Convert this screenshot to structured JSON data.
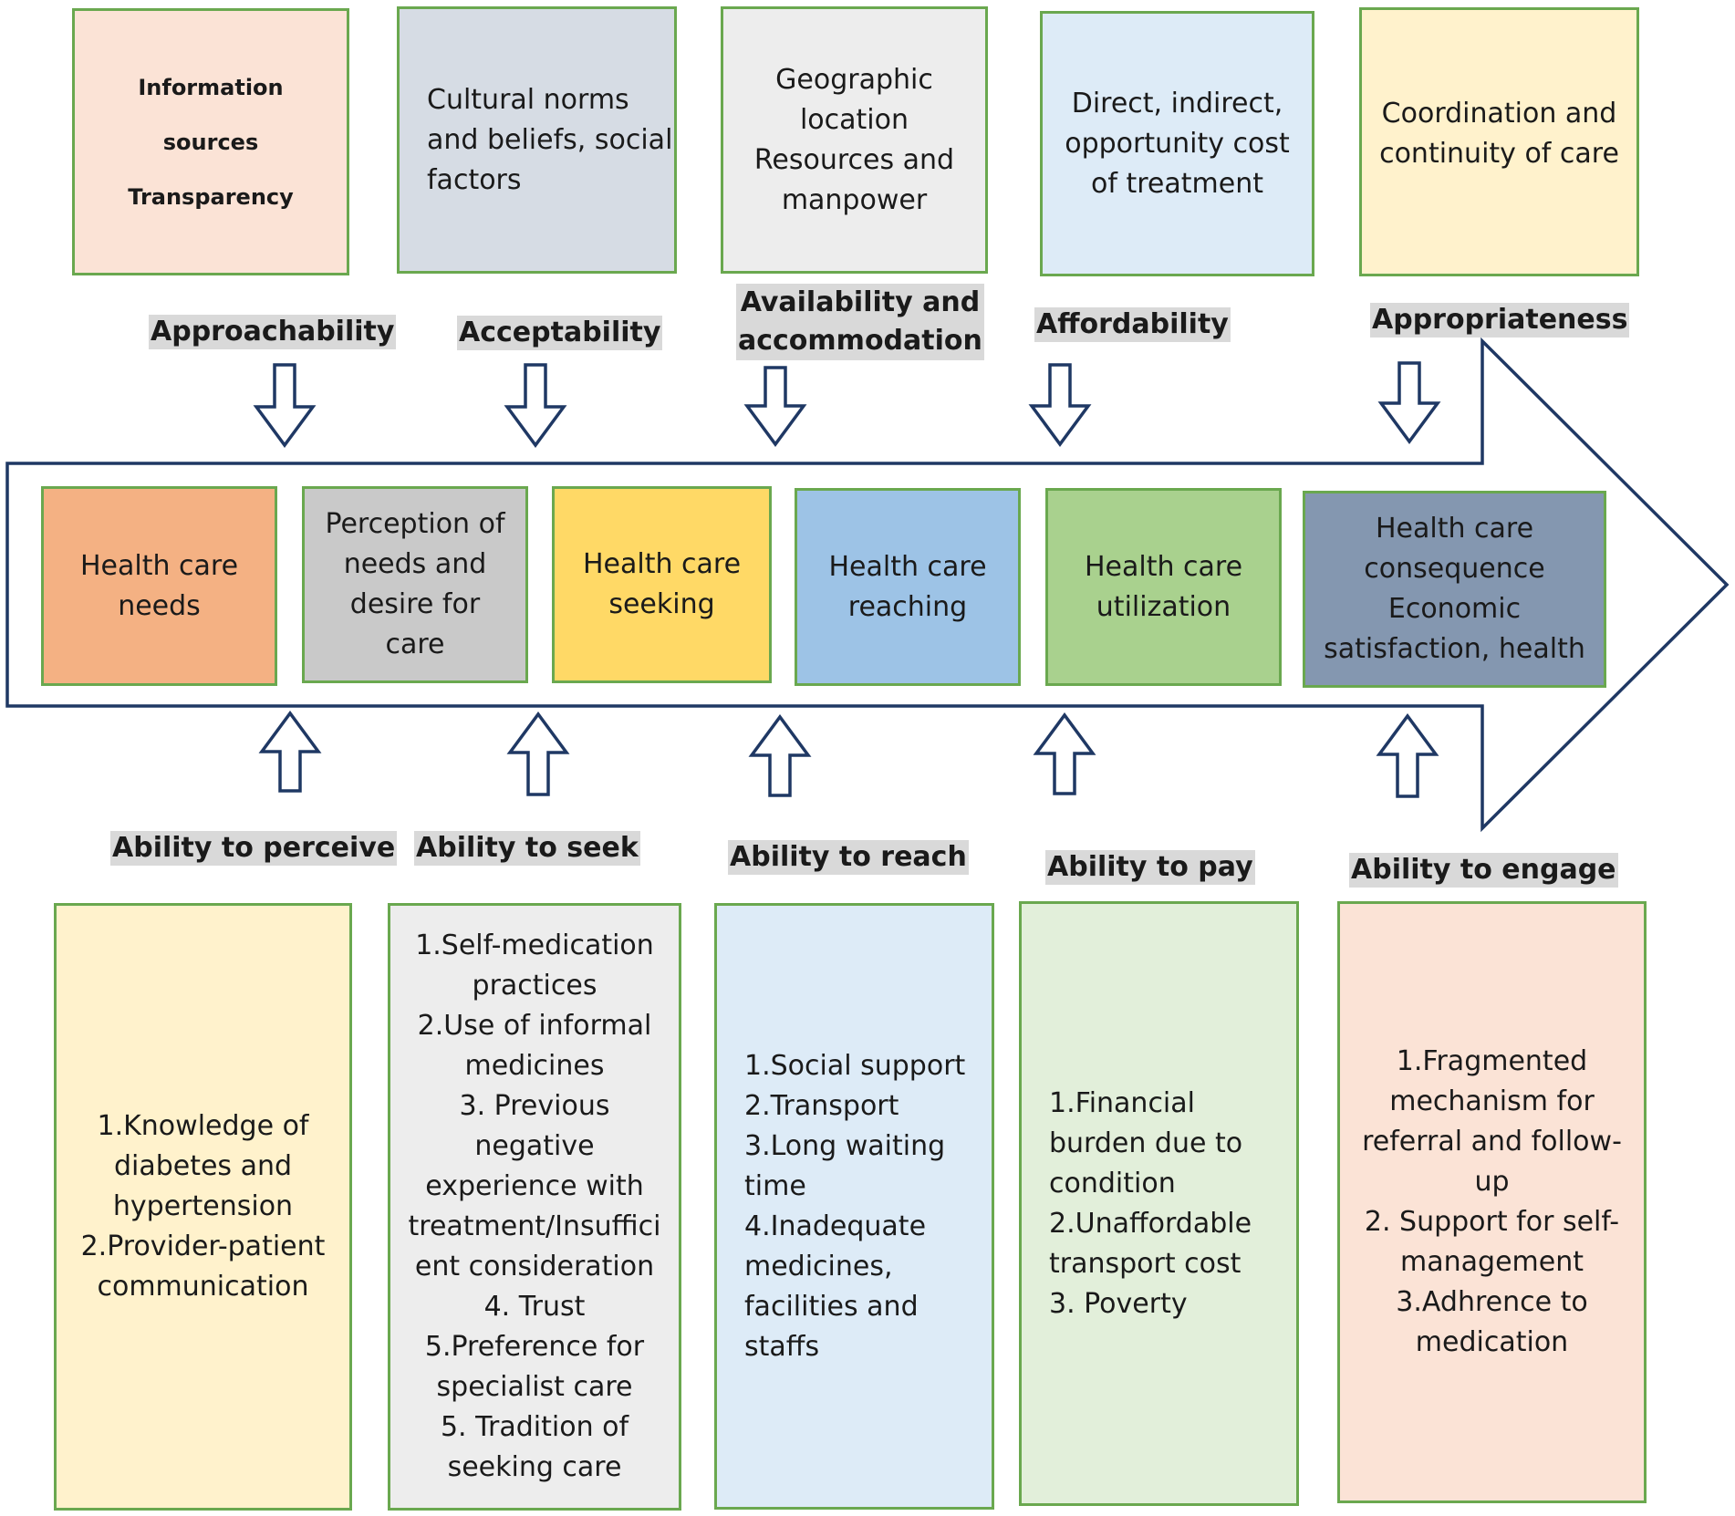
{
  "top_boxes": [
    {
      "lines": [
        "Information",
        "sources",
        "Transparency"
      ],
      "fill": "#fbe3d6"
    },
    {
      "lines": [
        "Cultural norms",
        "and beliefs, social",
        "factors"
      ],
      "fill": "#d6dce4"
    },
    {
      "lines": [
        "Geographic",
        "location",
        "Resources and",
        "manpower"
      ],
      "fill": "#ededed"
    },
    {
      "lines": [
        "Direct, indirect,",
        "opportunity cost",
        "of treatment"
      ],
      "fill": "#ddebf7"
    },
    {
      "lines": [
        "Coordination and",
        "continuity of care"
      ],
      "fill": "#fff2cc"
    }
  ],
  "provider_dimensions": [
    {
      "lines": [
        "Approachability"
      ]
    },
    {
      "lines": [
        "Acceptability"
      ]
    },
    {
      "lines": [
        "Availability and",
        "accommodation"
      ]
    },
    {
      "lines": [
        "Affordability"
      ]
    },
    {
      "lines": [
        "Appropriateness"
      ]
    }
  ],
  "stages": [
    {
      "lines": [
        "Health care",
        "needs"
      ],
      "fill": "#f4b183"
    },
    {
      "lines": [
        "Perception of",
        "needs and",
        "desire for",
        "care"
      ],
      "fill": "#c9c9c9"
    },
    {
      "lines": [
        "Health care",
        "seeking"
      ],
      "fill": "#ffd966"
    },
    {
      "lines": [
        "Health care",
        "reaching"
      ],
      "fill": "#9dc3e6"
    },
    {
      "lines": [
        "Health care",
        "utilization"
      ],
      "fill": "#a9d18e"
    },
    {
      "lines": [
        "Health care",
        "consequence",
        "Economic",
        "satisfaction, health"
      ],
      "fill": "#8497b0"
    }
  ],
  "user_abilities": [
    {
      "lines": [
        "Ability to perceive"
      ]
    },
    {
      "lines": [
        "Ability to seek"
      ]
    },
    {
      "lines": [
        "Ability to reach"
      ]
    },
    {
      "lines": [
        "Ability to pay"
      ]
    },
    {
      "lines": [
        "Ability to engage"
      ]
    }
  ],
  "bottom_boxes": [
    {
      "lines": [
        "1.Knowledge of",
        "diabetes and",
        "hypertension",
        "2.Provider-patient",
        "communication"
      ],
      "fill": "#fff2cc"
    },
    {
      "lines": [
        "1.Self-medication",
        "practices",
        "2.Use of informal",
        "medicines",
        "3. Previous",
        "negative",
        "experience with",
        "treatment/Insuffici",
        "ent consideration",
        "4. Trust",
        "5.Preference for",
        "specialist care",
        "5. Tradition of",
        "seeking care"
      ],
      "fill": "#ededed"
    },
    {
      "lines": [
        "1.Social support",
        "2.Transport",
        "3.Long waiting",
        "time",
        "4.Inadequate",
        "medicines,",
        "facilities and",
        "staffs"
      ],
      "fill": "#ddebf7"
    },
    {
      "lines": [
        "1.Financial",
        "burden due to",
        "condition",
        "2.Unaffordable",
        "transport cost",
        "3. Poverty"
      ],
      "fill": "#e2efda"
    },
    {
      "lines": [
        "1.Fragmented",
        "mechanism for",
        "referral and follow-",
        "up",
        "2. Support for self-",
        "management",
        "3.Adhrence to",
        "medication"
      ],
      "fill": "#fbe3d6"
    }
  ],
  "colors": {
    "box_border": "#6aa84f",
    "arrow_stroke": "#1f3864",
    "label_bg": "#d9d9d9"
  }
}
